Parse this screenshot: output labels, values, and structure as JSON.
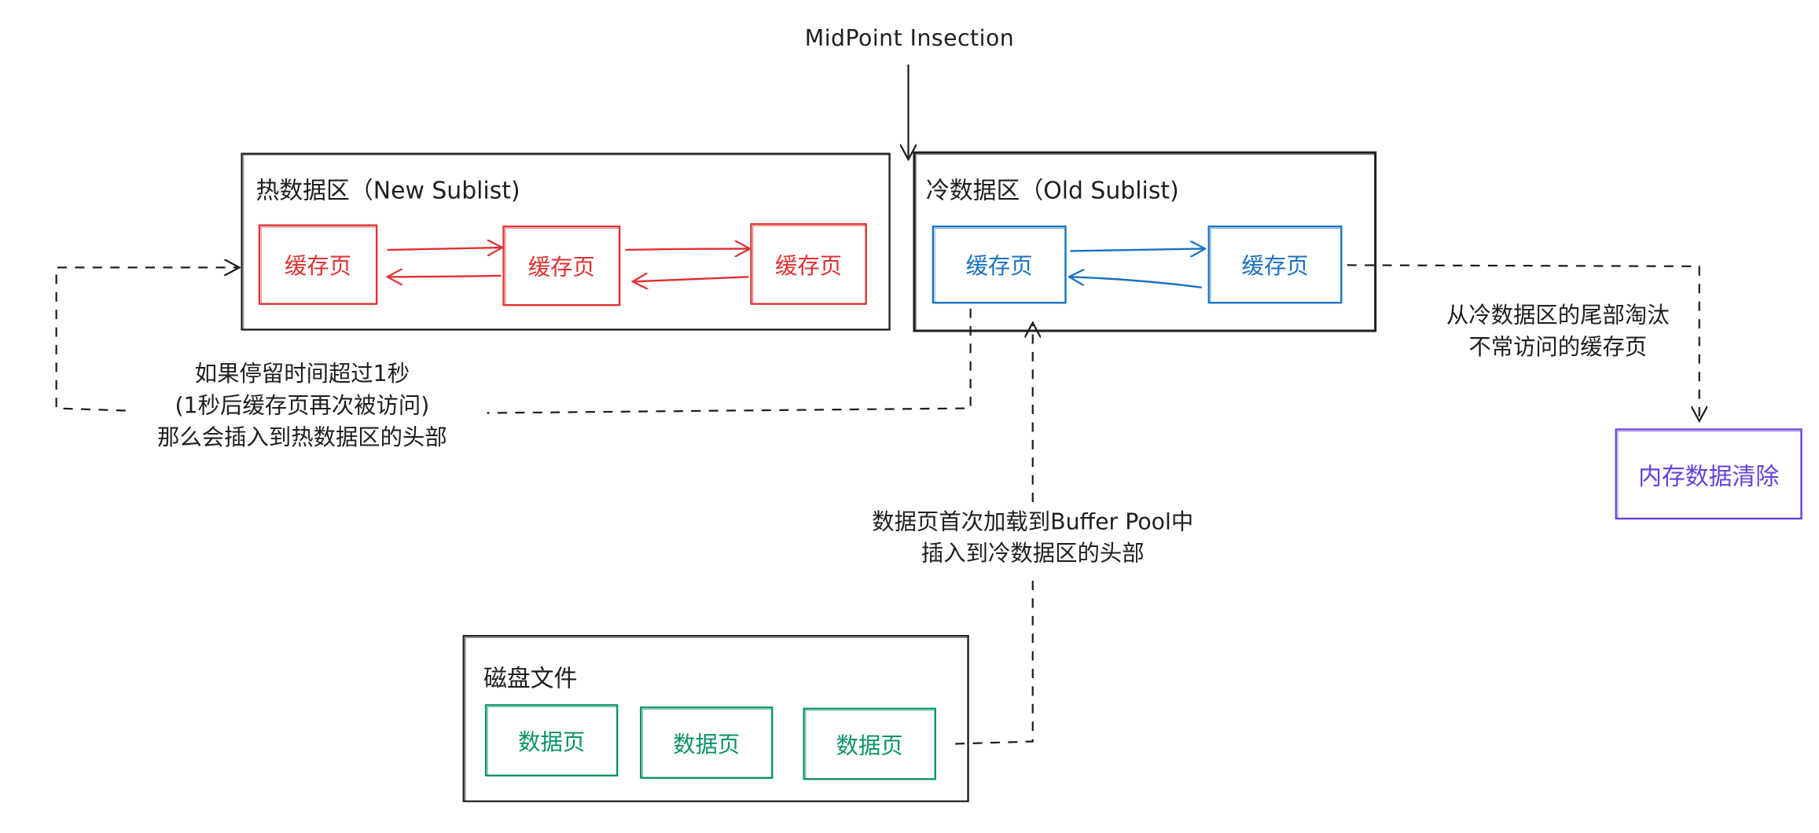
{
  "colors": {
    "ink": "#1e1e1e",
    "hot": "#e03131",
    "cold": "#1971c2",
    "disk": "#099268",
    "evict": "#6741d9"
  },
  "midpoint_label": "MidPoint Insection",
  "hot_region": {
    "title": "热数据区（New Sublist)",
    "pages": [
      "缓存页",
      "缓存页",
      "缓存页"
    ]
  },
  "cold_region": {
    "title": "冷数据区（Old Sublist)",
    "pages": [
      "缓存页",
      "缓存页"
    ]
  },
  "promote_note": [
    "如果停留时间超过1秒",
    "(1秒后缓存页再次被访问)",
    "那么会插入到热数据区的头部"
  ],
  "evict_note": [
    "从冷数据区的尾部淘汰",
    "不常访问的缓存页"
  ],
  "evict_box": "内存数据清除",
  "load_note": [
    "数据页首次加载到Buffer Pool中",
    "插入到冷数据区的头部"
  ],
  "disk": {
    "title": "磁盘文件",
    "pages": [
      "数据页",
      "数据页",
      "数据页"
    ]
  }
}
